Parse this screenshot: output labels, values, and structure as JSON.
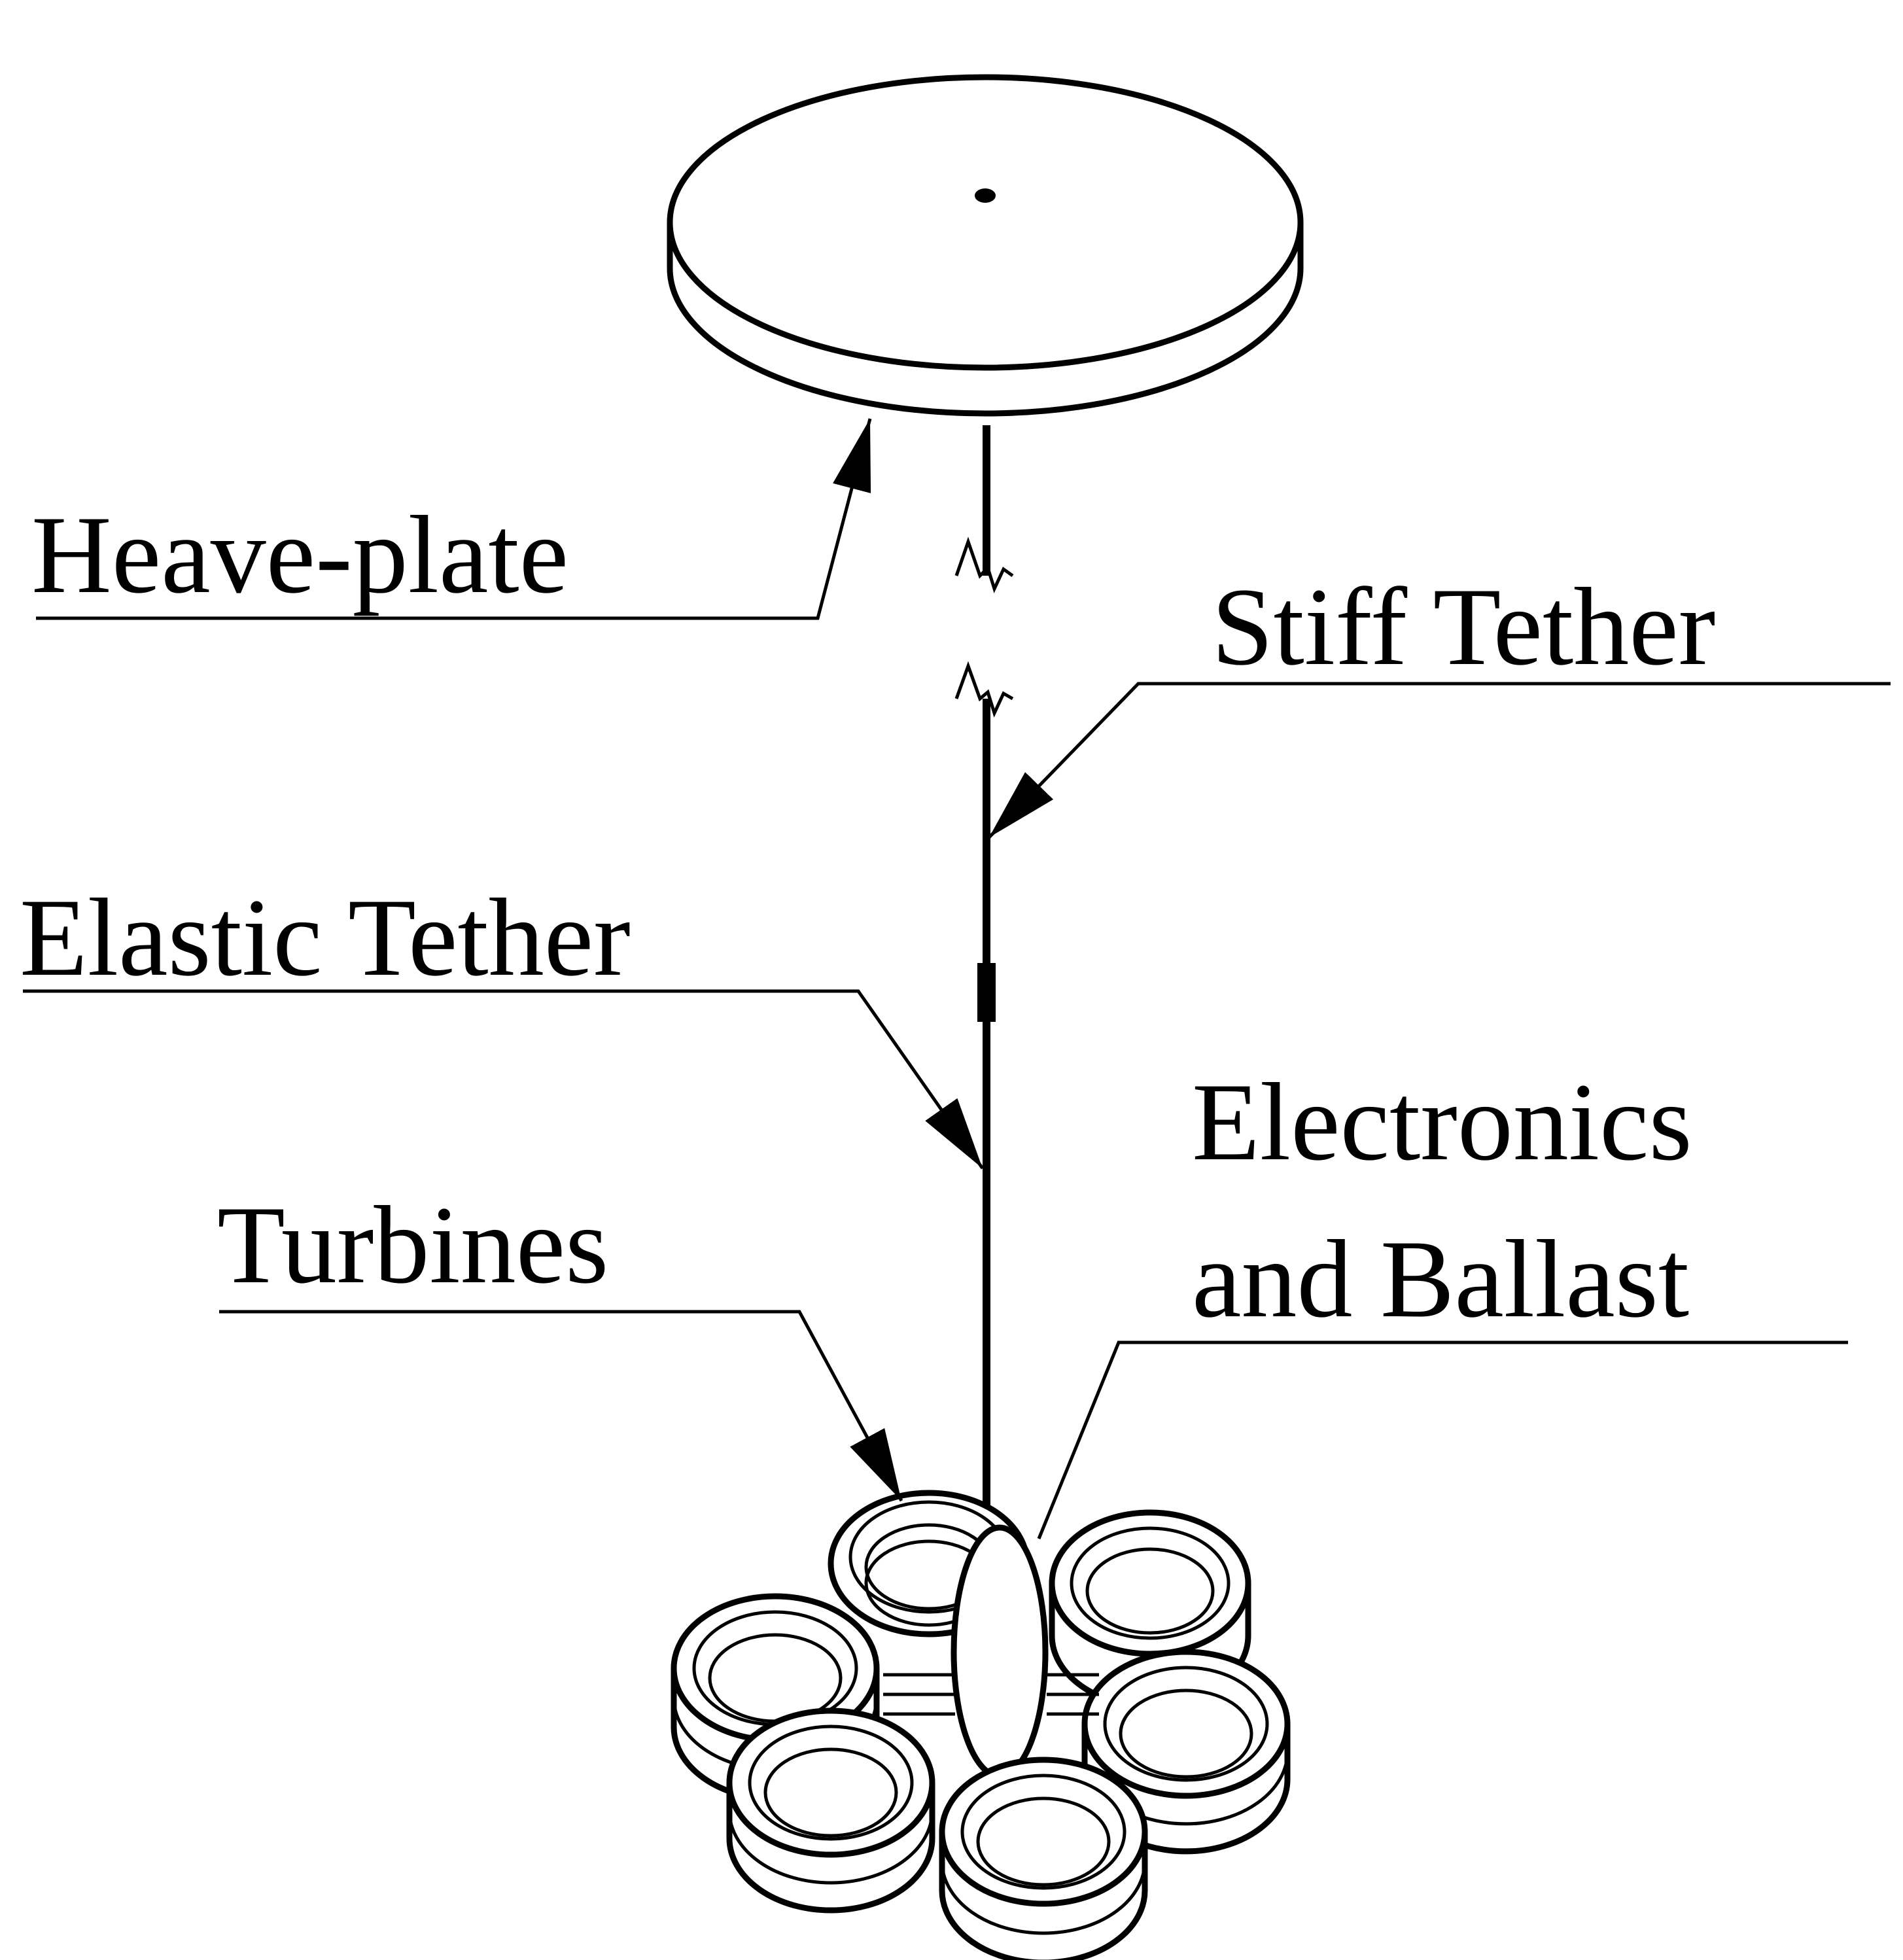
{
  "labels": {
    "heave_plate": "Heave-plate",
    "stiff_tether": "Stiff Tether",
    "elastic_tether": "Elastic Tether",
    "turbines": "Turbines",
    "electronics_line1": "Electronics",
    "electronics_line2": "and Ballast"
  },
  "colors": {
    "ink": "#000000",
    "background": "#ffffff"
  }
}
